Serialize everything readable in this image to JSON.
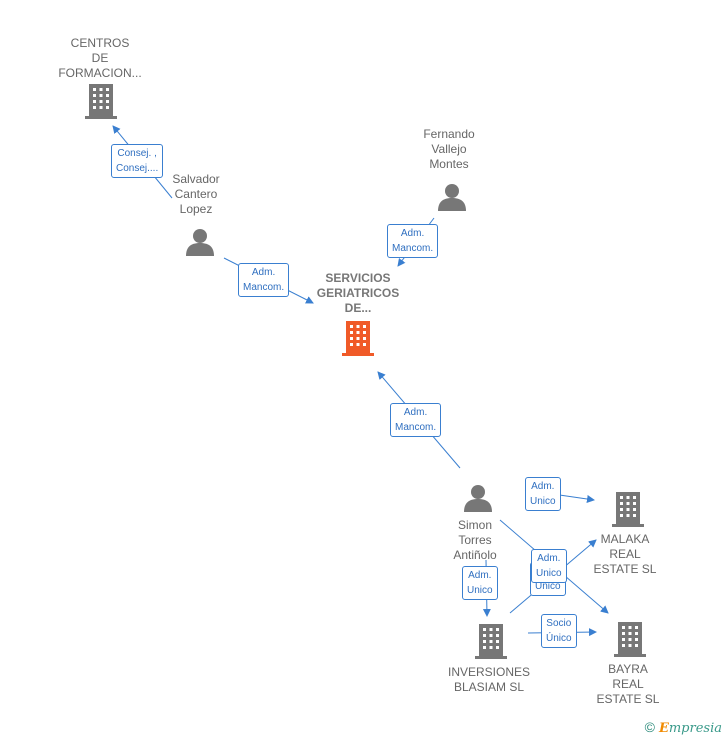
{
  "nodes": {
    "centros": "CENTROS\nDE\nFORMACION...",
    "salvador": "Salvador\nCantero\nLopez",
    "fernando": "Fernando\nVallejo\nMontes",
    "servicios": "SERVICIOS\nGERIATRICOS\nDE...",
    "simon": "Simon\nTorres\nAntiñolo",
    "malaka": "MALAKA\nREAL\nESTATE  SL",
    "inversiones": "INVERSIONES\nBLASIAM SL",
    "bayra": "BAYRA\nREAL\nESTATE  SL"
  },
  "edge_labels": {
    "consej": "Consej. ,\nConsej....",
    "fernando_adm": "Adm.\nMancom.",
    "salvador_adm": "Adm.\nMancom.",
    "simon_adm": "Adm.\nMancom.",
    "malaka_adm": "Adm.\nUnico",
    "adm_unico_a": "Adm.\nUnico",
    "adm_unico_b": "Adm.\nUnico",
    "inv_adm": "Adm.\nUnico",
    "socio": "Socio\nÚnico"
  },
  "colors": {
    "edge": "#3a7fd0",
    "company_icon": "#777777",
    "focus_icon": "#f05a28",
    "person_icon": "#777777"
  },
  "footer": {
    "copyright": "©",
    "brand_initial": "E",
    "brand_rest": "mpresia"
  }
}
